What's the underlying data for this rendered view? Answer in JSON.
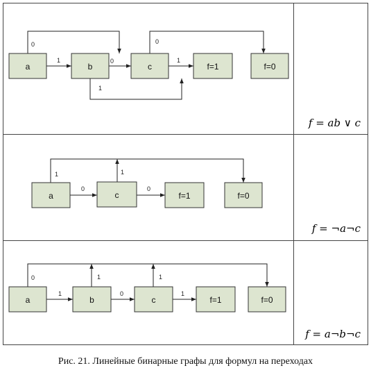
{
  "panels": [
    {
      "id": "panel-1",
      "nodes": [
        {
          "id": "a",
          "label": "a"
        },
        {
          "id": "b",
          "label": "b"
        },
        {
          "id": "c",
          "label": "c"
        },
        {
          "id": "t1",
          "label": "f=1"
        },
        {
          "id": "t0",
          "label": "f=0"
        }
      ],
      "edges": [
        {
          "from": "a",
          "to": "b",
          "label": "1"
        },
        {
          "from": "a",
          "to": "c",
          "label": "0"
        },
        {
          "from": "b",
          "to": "c",
          "label": "0"
        },
        {
          "from": "b",
          "to": "t1",
          "label": "1"
        },
        {
          "from": "c",
          "to": "t1",
          "label": "1"
        },
        {
          "from": "c",
          "to": "t0",
          "label": "0"
        }
      ],
      "formula": [
        [
          "f",
          "v"
        ],
        [
          " = ",
          "t"
        ],
        [
          "ab",
          "v"
        ],
        [
          " ∨ ",
          "t"
        ],
        [
          "c",
          "v"
        ]
      ]
    },
    {
      "id": "panel-2",
      "nodes": [
        {
          "id": "a",
          "label": "a"
        },
        {
          "id": "c",
          "label": "c"
        },
        {
          "id": "t1",
          "label": "f=1"
        },
        {
          "id": "t0",
          "label": "f=0"
        }
      ],
      "edges": [
        {
          "from": "a",
          "to": "c",
          "label": "0"
        },
        {
          "from": "a",
          "to": "t0",
          "label": "1"
        },
        {
          "from": "c",
          "to": "t1",
          "label": "0"
        },
        {
          "from": "c",
          "to": "t0",
          "label": "1"
        }
      ],
      "formula": [
        [
          "f",
          "v"
        ],
        [
          " = ",
          "t"
        ],
        [
          "¬",
          "t"
        ],
        [
          "a",
          "v"
        ],
        [
          "¬",
          "t"
        ],
        [
          "c",
          "v"
        ]
      ]
    },
    {
      "id": "panel-3",
      "nodes": [
        {
          "id": "a",
          "label": "a"
        },
        {
          "id": "b",
          "label": "b"
        },
        {
          "id": "c",
          "label": "c"
        },
        {
          "id": "t1",
          "label": "f=1"
        },
        {
          "id": "t0",
          "label": "f=0"
        }
      ],
      "edges": [
        {
          "from": "a",
          "to": "b",
          "label": "1"
        },
        {
          "from": "a",
          "to": "t0",
          "label": "0"
        },
        {
          "from": "b",
          "to": "c",
          "label": "0"
        },
        {
          "from": "b",
          "to": "t0",
          "label": "1"
        },
        {
          "from": "c",
          "to": "t1",
          "label": "1"
        },
        {
          "from": "c",
          "to": "t0",
          "label": "1"
        }
      ],
      "formula": [
        [
          "f",
          "v"
        ],
        [
          " = ",
          "t"
        ],
        [
          "a",
          "v"
        ],
        [
          "¬",
          "t"
        ],
        [
          "b",
          "v"
        ],
        [
          "¬",
          "t"
        ],
        [
          "c",
          "v"
        ]
      ]
    }
  ],
  "caption": "Рис. 21. Линейные бинарные графы для формул на переходах",
  "colors": {
    "node_fill": "#dde5d0",
    "stroke": "#333333",
    "edge": "#222222",
    "frame": "#444444"
  }
}
